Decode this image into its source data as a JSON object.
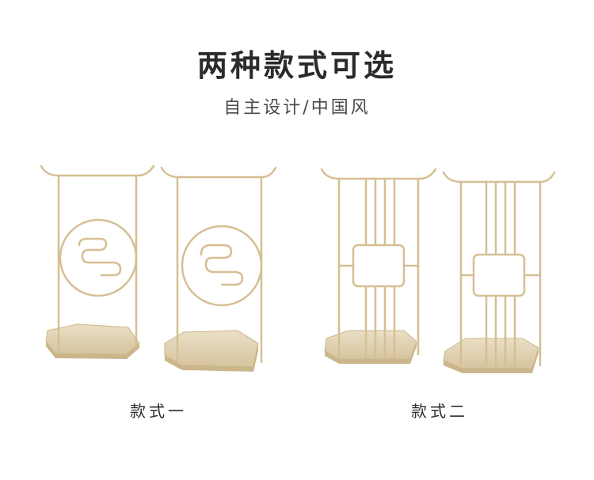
{
  "heading": {
    "title": "两种款式可选",
    "subtitle": "自主设计/中国风"
  },
  "styles": [
    {
      "label": "款式一"
    },
    {
      "label": "款式二"
    }
  ],
  "colors": {
    "gold": "#d8c39a",
    "gold_dark": "#c8b081",
    "base": "#e3d5b8",
    "background": "#ffffff"
  }
}
